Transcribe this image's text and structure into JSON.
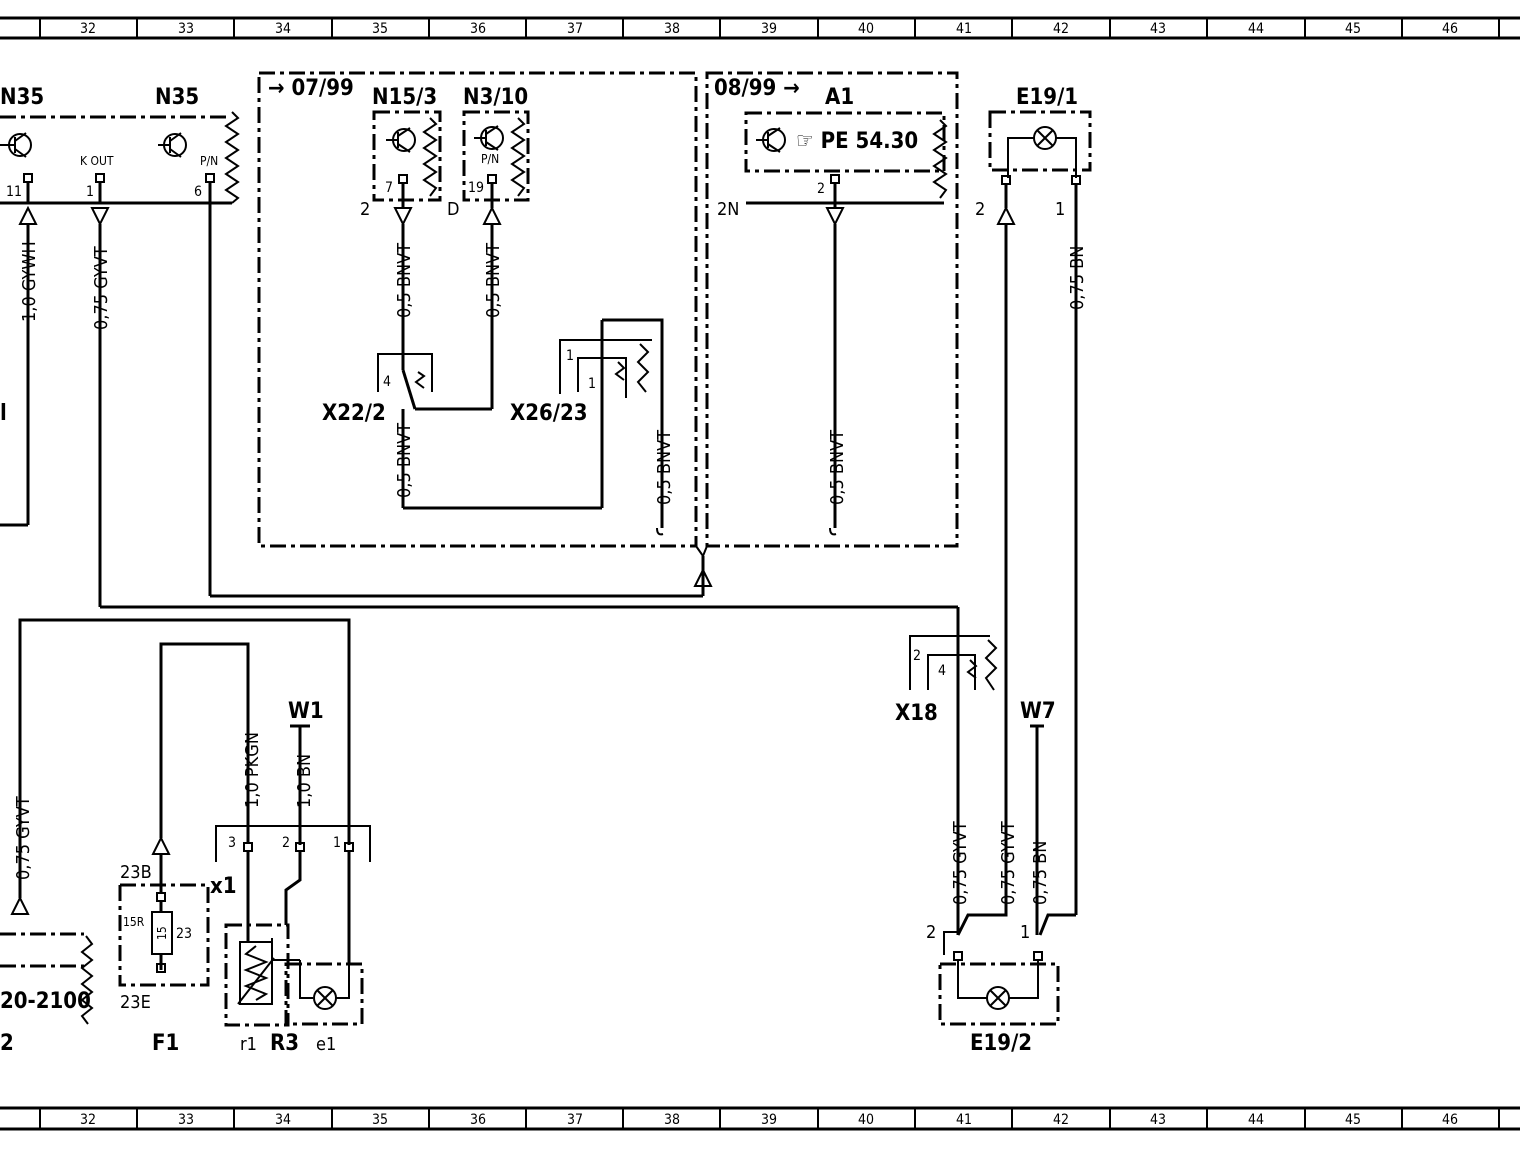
{
  "ruler": {
    "top_numbers": [
      "32",
      "33",
      "34",
      "35",
      "36",
      "37",
      "38",
      "39",
      "40",
      "41",
      "42",
      "43",
      "44",
      "45",
      "46"
    ],
    "bottom_numbers": [
      "32",
      "33",
      "34",
      "35",
      "36",
      "37",
      "38",
      "39",
      "40",
      "41",
      "42",
      "43",
      "44",
      "45",
      "46"
    ]
  },
  "components": {
    "n35_left": "N35",
    "n35_right": "N35",
    "n15_3": "N15/3",
    "n3_10": "N3/10",
    "a1": "A1",
    "a1_ref": "PE  54.30",
    "e19_1": "E19/1",
    "e19_2": "E19/2",
    "x22_2": "X22/2",
    "x26_23": "X26/23",
    "x18": "X18",
    "w1": "W1",
    "w7": "W7",
    "x1": "x1",
    "f1": "F1",
    "r3": "R3",
    "r1": "r1",
    "e1": "e1",
    "left_module_code": "20-2100",
    "left_bottom_frag": "2",
    "left_cut_frag": "l"
  },
  "variants": {
    "from_0799": "07/99",
    "from_0899": "08/99"
  },
  "pins": {
    "n35_11": "11",
    "n35_1": "1",
    "n35_6": "6",
    "n35_kout": "K OUT",
    "n35_pn": "P/N",
    "n15_7": "7",
    "n15_2": "2",
    "n3_19": "19",
    "n3_pn": "P/N",
    "n3_d": "D",
    "a1_2": "2",
    "a1_2n": "2N",
    "e191_2": "2",
    "e191_1": "1",
    "x22_4": "4",
    "x26_1": "1",
    "x26_1b": "1",
    "x18_2": "2",
    "x18_4": "4",
    "x1_3": "3",
    "x1_2": "2",
    "x1_1": "1",
    "f1_23b": "23B",
    "f1_23e": "23E",
    "f1_15r": "15R",
    "f1_15": "15",
    "f1_23": "23",
    "e192_2": "2",
    "e192_1": "1"
  },
  "wires": {
    "w_n35_11": "1,0  GYWH",
    "w_n35_1": "0,75  GYVT",
    "w_n15_3": "0,5  BNVT",
    "w_n3_10": "0,5  BNVT",
    "w_x22_out": "0,5  BNVT",
    "w_x26_out": "0,5  BNVT",
    "w_a1": "0,5  BNVT",
    "w_e191_1": "0,75  BN",
    "w_left_gyvt": "0,75  GYVT",
    "w_pkgn": "1,0  PKGN",
    "w_w1_bn": "1,0  BN",
    "w_e192_gyvt_a": "0,75  GYVT",
    "w_e192_gyvt_b": "0,75  GYVT",
    "w_e192_bn": "0,75  BN"
  }
}
